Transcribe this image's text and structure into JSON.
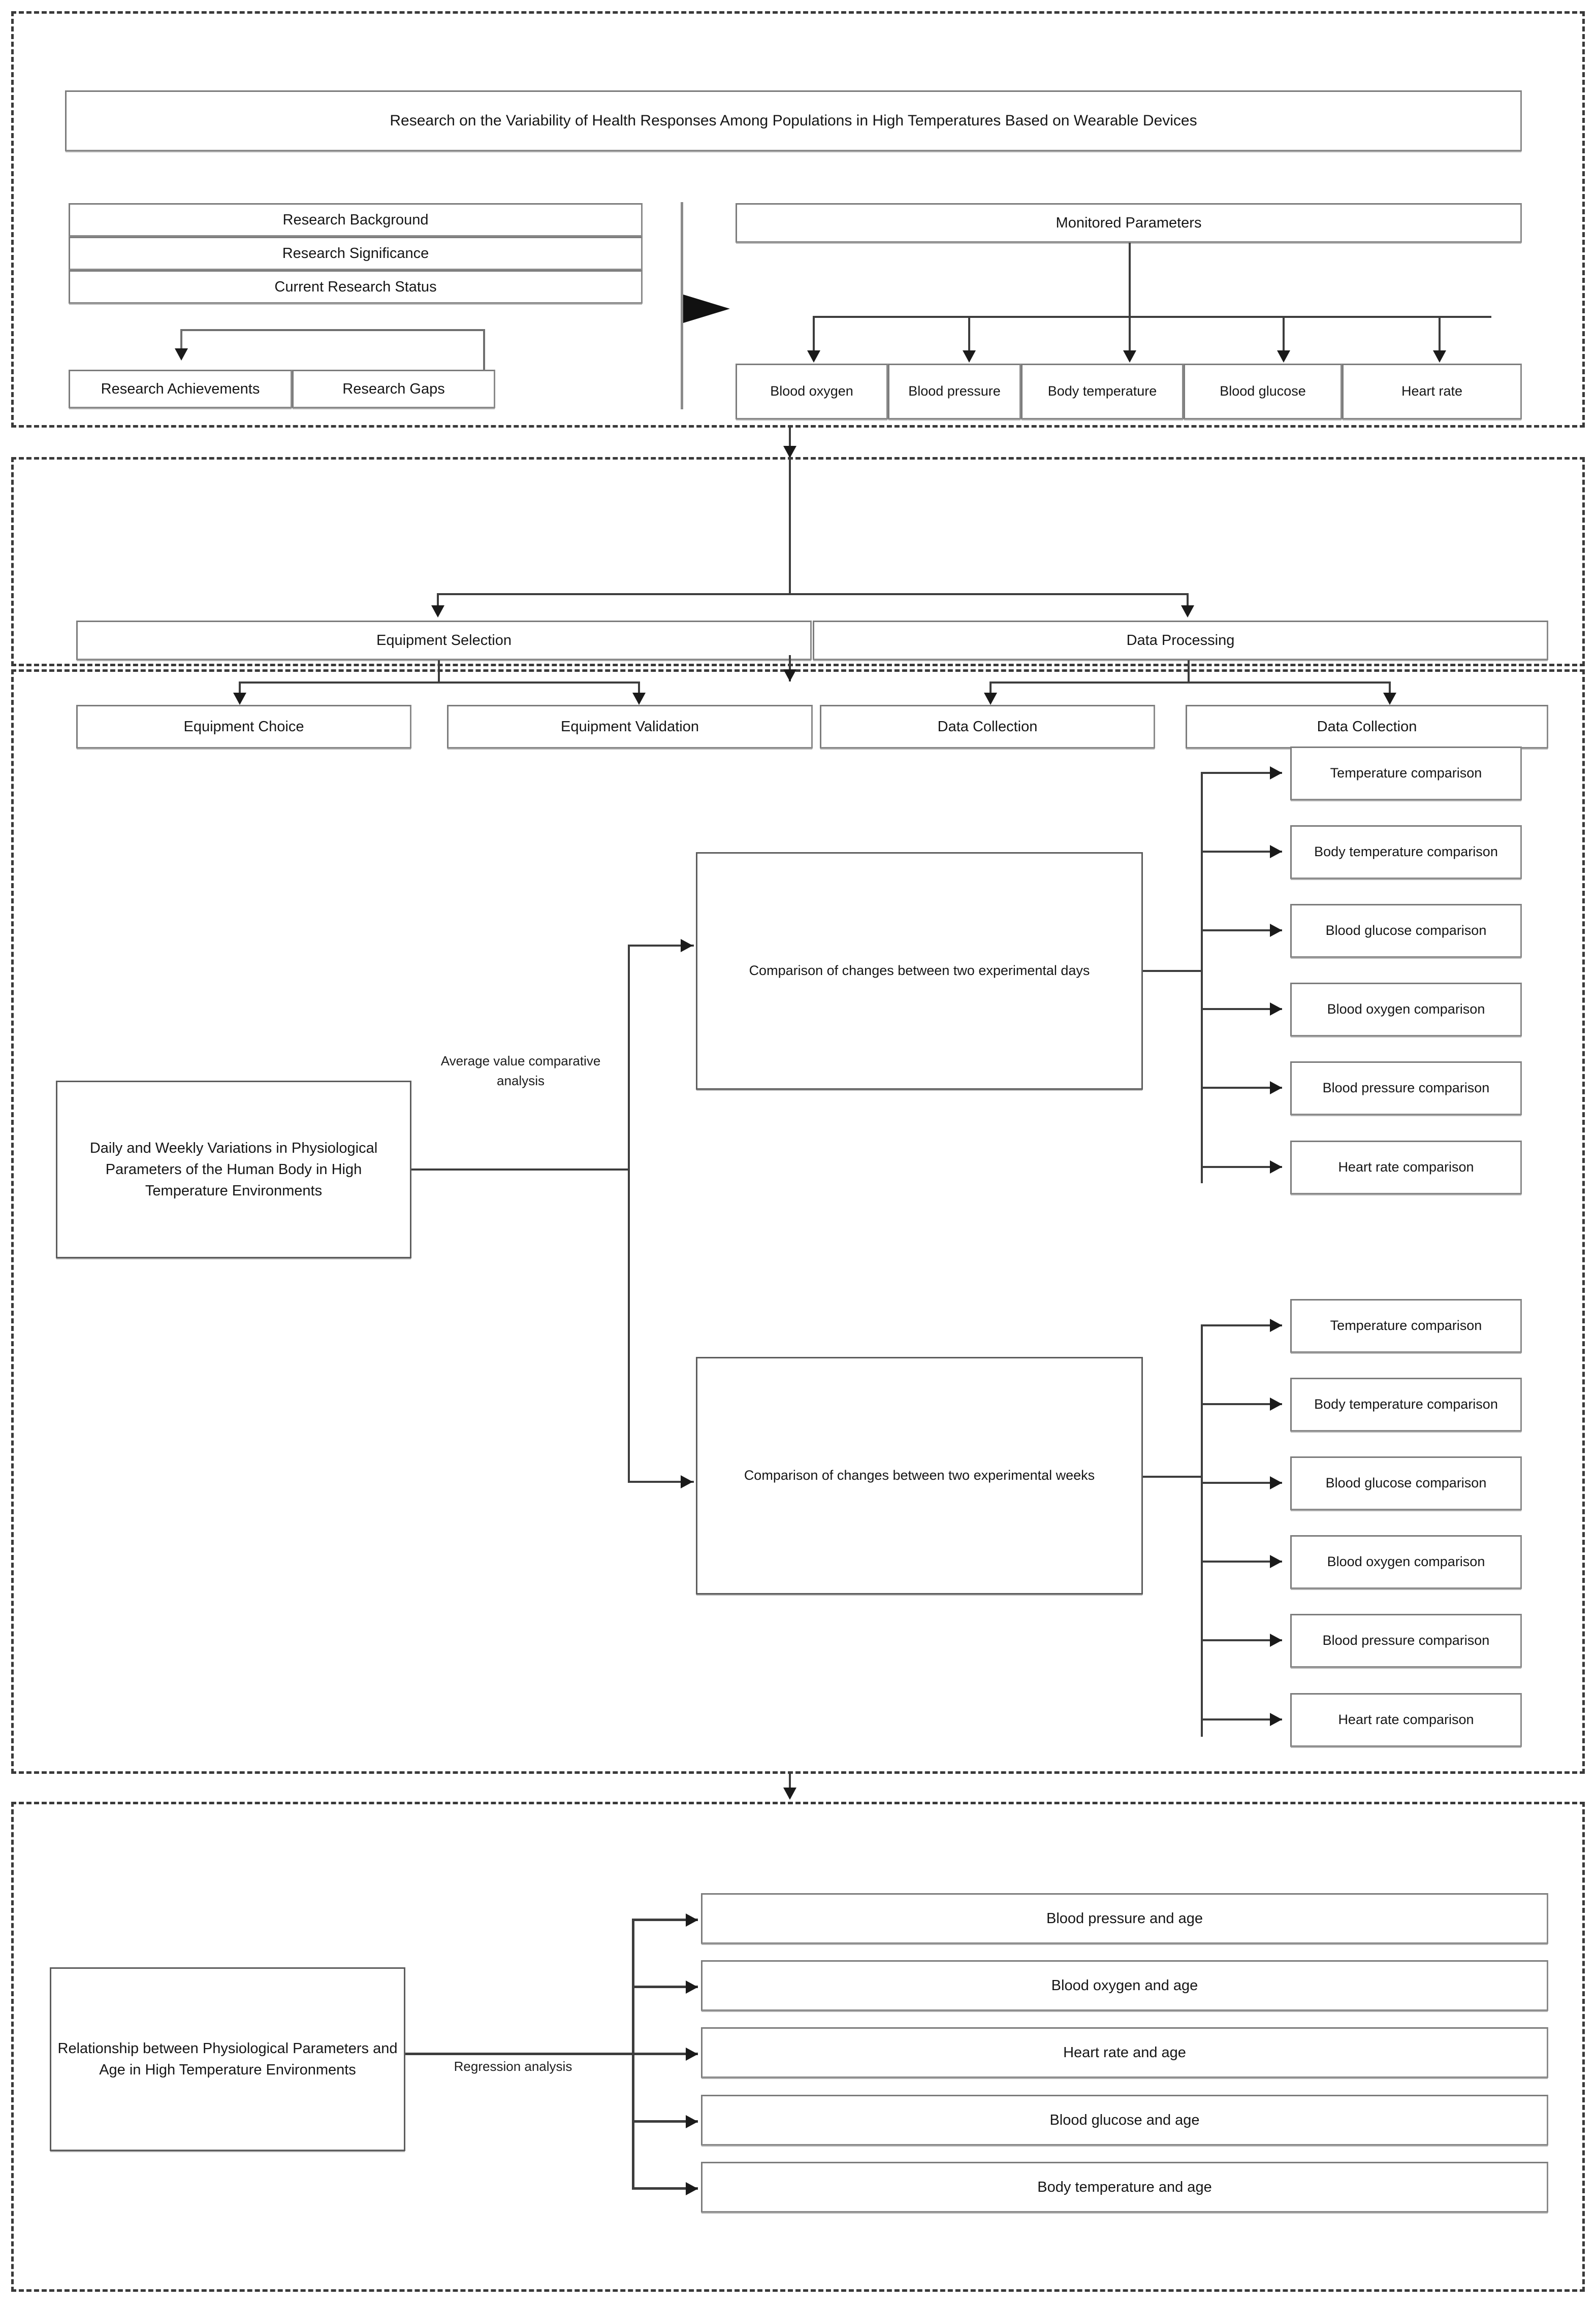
{
  "diagram": {
    "title": "Research on the Variability of Health Responses Among Populations in High Temperatures Based on Wearable Devices"
  },
  "section1": {
    "title_box": "Research on the Variability of Health Responses Among Populations in High Temperatures Based on Wearable Devices",
    "left_stack": [
      "Research Background",
      "Research Significance",
      "Current Research Status"
    ],
    "left_children": [
      "Research Achievements",
      "Research Gaps"
    ],
    "right_header": "Monitored Parameters",
    "parameters": [
      "Blood oxygen",
      "Blood pressure",
      "Body temperature",
      "Blood glucose",
      "Heart rate"
    ]
  },
  "section2": {
    "branches": [
      "Equipment Selection",
      "Data Processing"
    ],
    "children": [
      "Equipment Choice",
      "Equipment Validation",
      "Data Collection",
      "Data Collection"
    ]
  },
  "section3": {
    "root": "Daily and Weekly Variations in Physiological Parameters of the Human Body in High Temperature Environments",
    "edge_label": "Average value comparative analysis",
    "group_days": "Comparison of changes between two experimental days",
    "group_weeks": "Comparison of changes between two experimental weeks",
    "comparisons_days": [
      "Temperature comparison",
      "Body temperature comparison",
      "Blood glucose comparison",
      "Blood oxygen comparison",
      "Blood pressure comparison",
      "Heart rate comparison"
    ],
    "comparisons_weeks": [
      "Temperature comparison",
      "Body temperature comparison",
      "Blood glucose comparison",
      "Blood oxygen comparison",
      "Blood pressure comparison",
      "Heart rate comparison"
    ]
  },
  "section4": {
    "root": "Relationship between Physiological Parameters and Age in High Temperature Environments",
    "edge_label": "Regression analysis",
    "relations": [
      "Blood pressure and age",
      "Blood oxygen and age",
      "Heart rate and age",
      "Blood glucose and age",
      "Body temperature and age"
    ]
  },
  "colors": {
    "box_border": "#7c7c7c",
    "connector": "#3d3d3d",
    "frame": "#3a3a3a",
    "text": "#161616"
  }
}
